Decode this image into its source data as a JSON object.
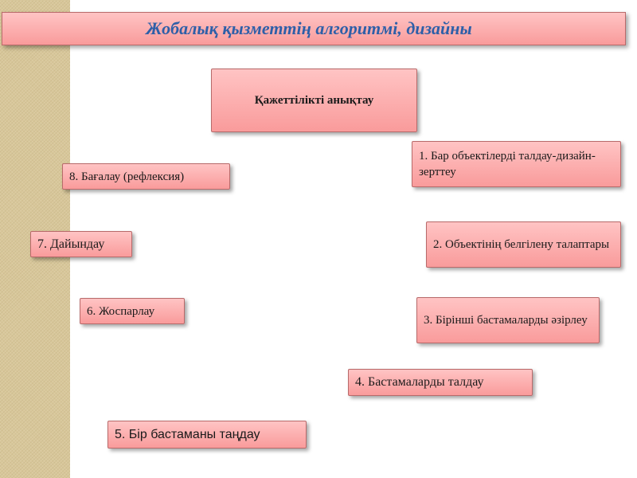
{
  "title": "Жобалық қызметтің алгоритмі,  дизайны",
  "center_box": "Қажеттілікті анықтау",
  "steps": {
    "s1": "1. Бар объектілерді талдау-дизайн-зерттеу",
    "s2": "2. Объектінің белгілену талаптары",
    "s3": "3. Бірінші бастамаларды әзірлеу",
    "s4": "4. Бастамаларды талдау",
    "s5": "5. Бір бастаманы таңдау",
    "s6": "6. Жоспарлау",
    "s7": "7. Дайындау",
    "s8": "8. Бағалау (рефлексия)"
  },
  "colors": {
    "box_top": "#ffc4c4",
    "box_bottom": "#f99b9b",
    "title_text": "#2e5fa8",
    "sidebar": "#d8c79a"
  }
}
